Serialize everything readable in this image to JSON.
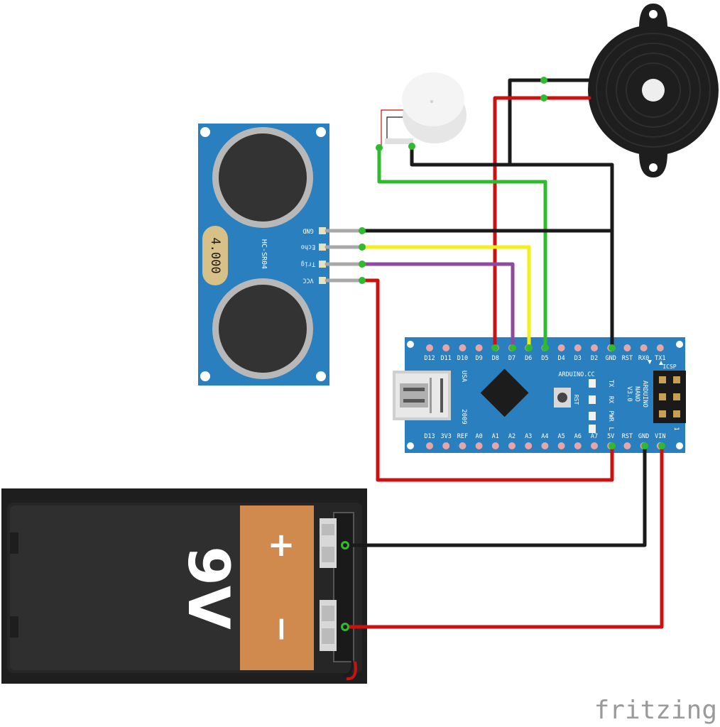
{
  "diagram": {
    "sensor": {
      "pins": [
        "GND",
        "Echo",
        "Trig",
        "VCC"
      ],
      "model": "HC-SR04",
      "crystal": "4.000"
    },
    "arduino": {
      "top_pins": [
        "D12",
        "D11",
        "D10",
        "D9",
        "D8",
        "D7",
        "D6",
        "D5",
        "D4",
        "D3",
        "D2",
        "GND",
        "RST",
        "RX0",
        "TX1"
      ],
      "bottom_pins": [
        "D13",
        "3V3",
        "REF",
        "A0",
        "A1",
        "A2",
        "A3",
        "A4",
        "A5",
        "A6",
        "A7",
        "5V",
        "RST",
        "GND",
        "VIN"
      ],
      "leds": [
        "TX",
        "RX",
        "PWR",
        "L"
      ],
      "text_usa": "USA",
      "text_year": "2009",
      "text_site": "ARDUINO.CC",
      "text_rst": "RST",
      "text_name_1": "ARDUINO",
      "text_name_2": "NANO",
      "text_name_3": "V3.0",
      "text_icsp": "ICSP",
      "text_one": "1"
    },
    "battery": {
      "plus": "+",
      "minus": "−",
      "label": "9V"
    },
    "watermark": "fritzing"
  },
  "colors": {
    "board_blue": "#2a7fbf",
    "wire_red": "#cc1111",
    "wire_black": "#1a1a1a",
    "wire_green": "#2fba2f",
    "wire_yellow": "#f2ef1a",
    "wire_purple": "#8e4a9c",
    "battery_orange": "#d18a4e"
  }
}
